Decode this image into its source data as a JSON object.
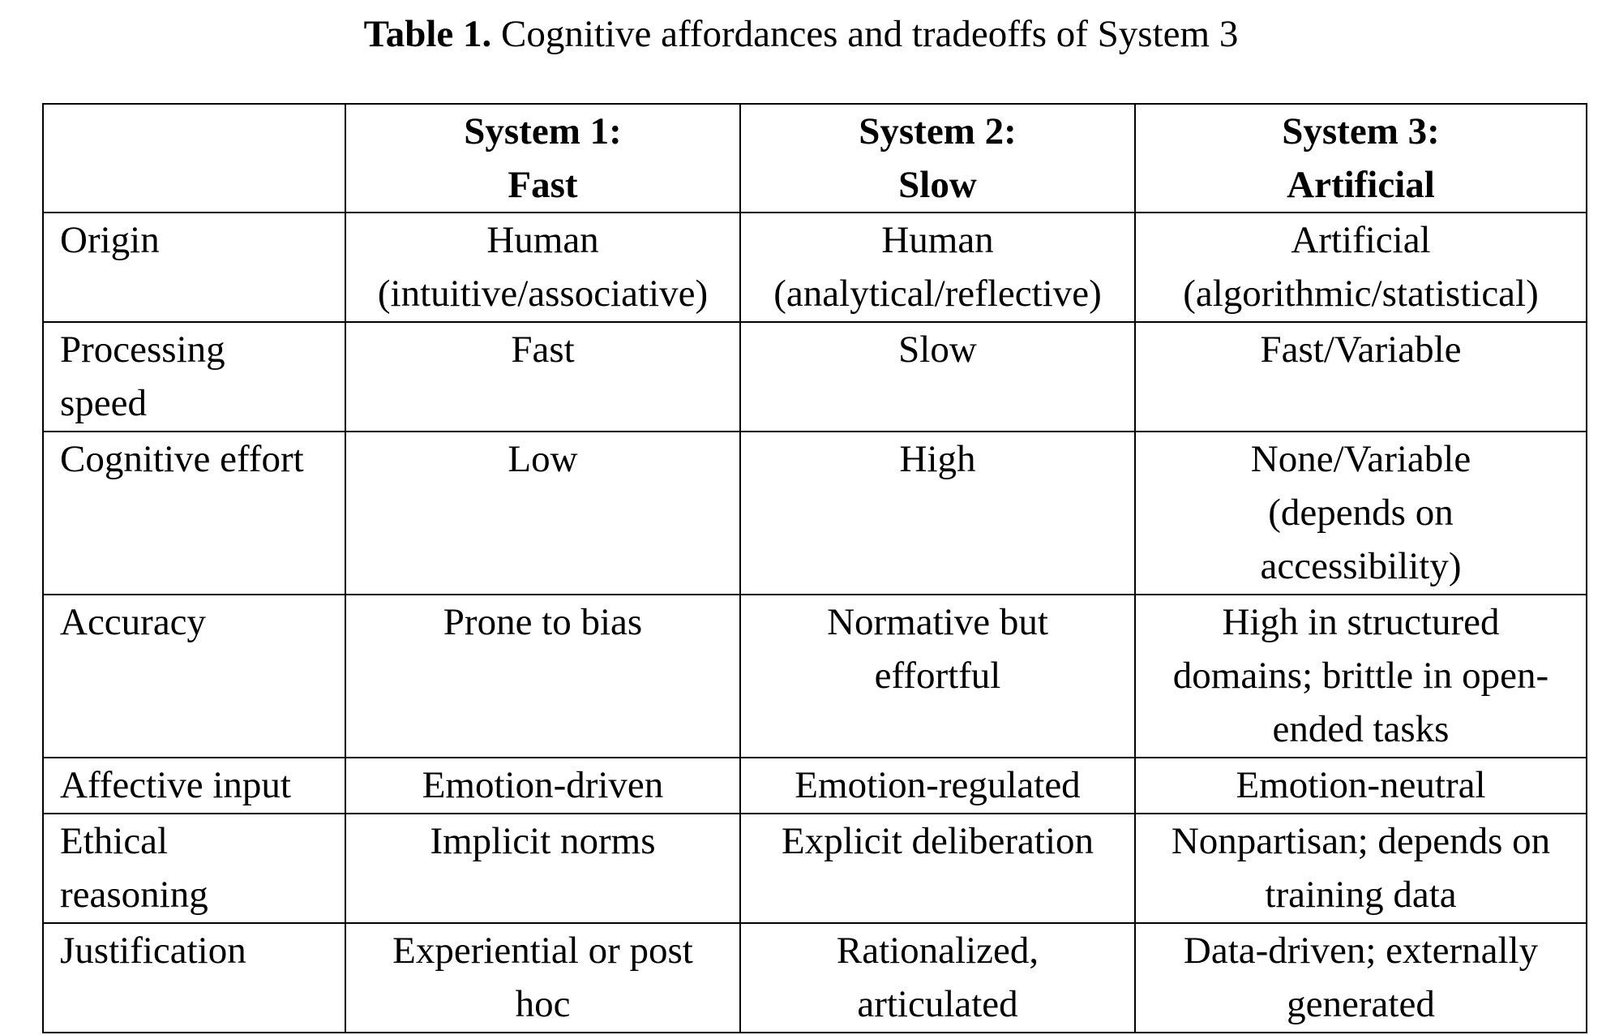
{
  "caption": {
    "label": "Table 1.",
    "text": "Cognitive affordances and tradeoffs of System 3"
  },
  "table": {
    "headers": [
      {
        "line1": "",
        "line2": ""
      },
      {
        "line1": "System 1:",
        "line2": "Fast"
      },
      {
        "line1": "System 2:",
        "line2": "Slow"
      },
      {
        "line1": "System 3:",
        "line2": "Artificial"
      }
    ],
    "rows": [
      {
        "label": [
          "Origin"
        ],
        "cells": [
          [
            "Human",
            "(intuitive/associative)"
          ],
          [
            "Human",
            "(analytical/reflective)"
          ],
          [
            "Artificial",
            "(algorithmic/statistical)"
          ]
        ]
      },
      {
        "label": [
          "Processing",
          "speed"
        ],
        "cells": [
          [
            "Fast"
          ],
          [
            "Slow"
          ],
          [
            "Fast/Variable"
          ]
        ]
      },
      {
        "label": [
          "Cognitive effort"
        ],
        "cells": [
          [
            "Low"
          ],
          [
            "High"
          ],
          [
            "None/Variable",
            "(depends on",
            "accessibility)"
          ]
        ]
      },
      {
        "label": [
          "Accuracy"
        ],
        "cells": [
          [
            "Prone to bias"
          ],
          [
            "Normative but",
            "effortful"
          ],
          [
            "High in structured",
            "domains; brittle in open-",
            "ended tasks"
          ]
        ]
      },
      {
        "label": [
          "Affective input"
        ],
        "cells": [
          [
            "Emotion-driven"
          ],
          [
            "Emotion-regulated"
          ],
          [
            "Emotion-neutral"
          ]
        ]
      },
      {
        "label": [
          "Ethical",
          "reasoning"
        ],
        "cells": [
          [
            "Implicit norms"
          ],
          [
            "Explicit deliberation"
          ],
          [
            "Nonpartisan; depends on",
            "training data"
          ]
        ]
      },
      {
        "label": [
          "Justification"
        ],
        "cells": [
          [
            "Experiential or post",
            "hoc"
          ],
          [
            "Rationalized,",
            "articulated"
          ],
          [
            "Data-driven; externally",
            "generated"
          ]
        ]
      }
    ]
  }
}
